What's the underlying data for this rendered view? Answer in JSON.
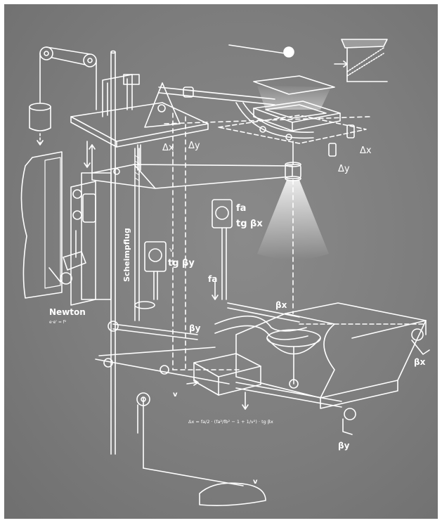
{
  "diagram": {
    "labels": {
      "delta_x_top": "Δx",
      "delta_y_top": "Δy",
      "delta_x_right": "Δx",
      "delta_y_right": "Δy",
      "fa_upper": "fa",
      "tg_beta_x_upper": "tg βx",
      "tg_beta_y": "tg βy",
      "v_small_meter": "v",
      "scheimpflug": "Scheimpflug",
      "newton": "Newton",
      "newton_formula": "e·e' = f²",
      "fa_lower": "fa",
      "beta_x_arm": "βx",
      "beta_y_arm": "βy",
      "beta_x_knob": "βx",
      "beta_y_knob": "βy",
      "v_left": "v",
      "v_pedal": "v",
      "formula_bottom": "Δx = fa/2 · (fa²/fb² − 1 + 1/v²) · tg βx"
    },
    "colors": {
      "background": "#7d7d7d",
      "frame": "#ffffff",
      "ink": "#ffffff",
      "light_cone": "#e8e8e8"
    }
  }
}
